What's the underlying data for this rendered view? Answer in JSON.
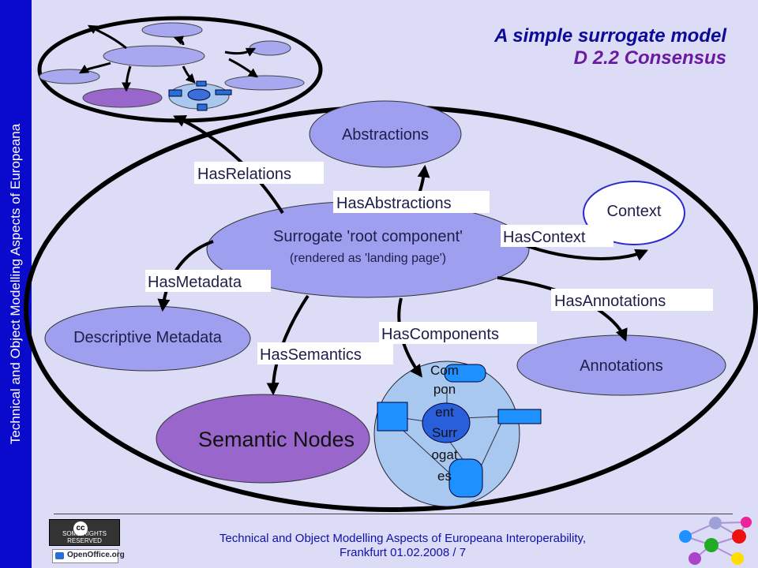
{
  "sidebar": {
    "text": "Technical and Object Modelling Aspects of Europeana"
  },
  "title": {
    "line1": "A simple surrogate model",
    "line2": "D 2.2 Consensus"
  },
  "nodes": {
    "abstractions": "Abstractions",
    "context": "Context",
    "root_line1": "Surrogate 'root component'",
    "root_line2": "(rendered as 'landing page')",
    "descriptive_metadata": "Descriptive Metadata",
    "annotations": "Annotations",
    "semantic_nodes": "Semantic Nodes",
    "component_surrogates": [
      "Com",
      "pon",
      "ent",
      "Surr",
      "ogat",
      "es"
    ]
  },
  "relations": {
    "has_relations": "HasRelations",
    "has_abstractions": "HasAbstractions",
    "has_context": "HasContext",
    "has_metadata": "HasMetadata",
    "has_annotations": "HasAnnotations",
    "has_components": "HasComponents",
    "has_semantics": "HasSemantics"
  },
  "footer": {
    "line1": "Technical and Object Modelling Aspects of Europeana Interoperability,",
    "line2": "Frankfurt 01.02.2008 / 7"
  },
  "badges": {
    "cc_icon": "cc",
    "cc_text": "SOME RIGHTS RESERVED",
    "oo_text": "OpenOffice.org"
  },
  "colors": {
    "sidebar": "#0a0acc",
    "background": "#dcdcf6",
    "node_fill": "#9f9ff0",
    "semantic_fill": "#9966cc",
    "component_fill": "#a8c8f0"
  }
}
